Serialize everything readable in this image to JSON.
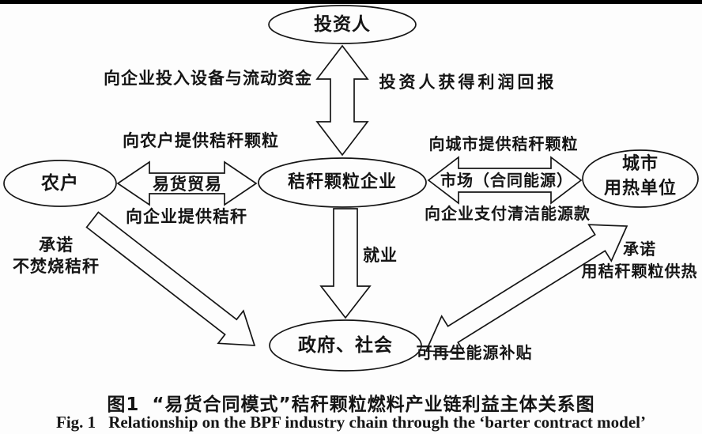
{
  "figure": {
    "background": "#fdfdfd",
    "ink_color": "#151515",
    "topbar_color": "#000000"
  },
  "nodes": {
    "investor": {
      "label": "投资人"
    },
    "farmer": {
      "label": "农户"
    },
    "enterprise": {
      "label": "秸秆颗粒企业"
    },
    "city": {
      "line1": "城市",
      "line2": "用热单位"
    },
    "government": {
      "label": "政府、社会"
    }
  },
  "edges": {
    "investor_enterprise": {
      "left_label": "向企业投入设备与流动资金",
      "right_label": "投资人获得利润回报"
    },
    "farmer_enterprise": {
      "top_label": "向农户提供秸秆颗粒",
      "mid_label": "易货贸易",
      "bottom_label": "向企业提供秸秆"
    },
    "enterprise_city": {
      "top_label": "向城市提供秸秆颗粒",
      "mid_label": "市场（合同能源）",
      "bottom_label": "向企业支付清洁能源款"
    },
    "enterprise_government": {
      "label": "就业"
    },
    "farmer_government": {
      "line1": "承诺",
      "line2": "不焚烧秸秆"
    },
    "government_city": {
      "line1": "承诺",
      "line2": "用秸秆颗粒供热",
      "subsidy_label": "可再生能源补贴"
    }
  },
  "caption": {
    "zh_prefix": "图1",
    "zh_text": "“易货合同模式”秸秆颗粒燃料产业链利益主体关系图",
    "en_prefix": "Fig. 1",
    "en_text": "Relationship on the BPF industry chain through the ‘barter contract model’"
  }
}
